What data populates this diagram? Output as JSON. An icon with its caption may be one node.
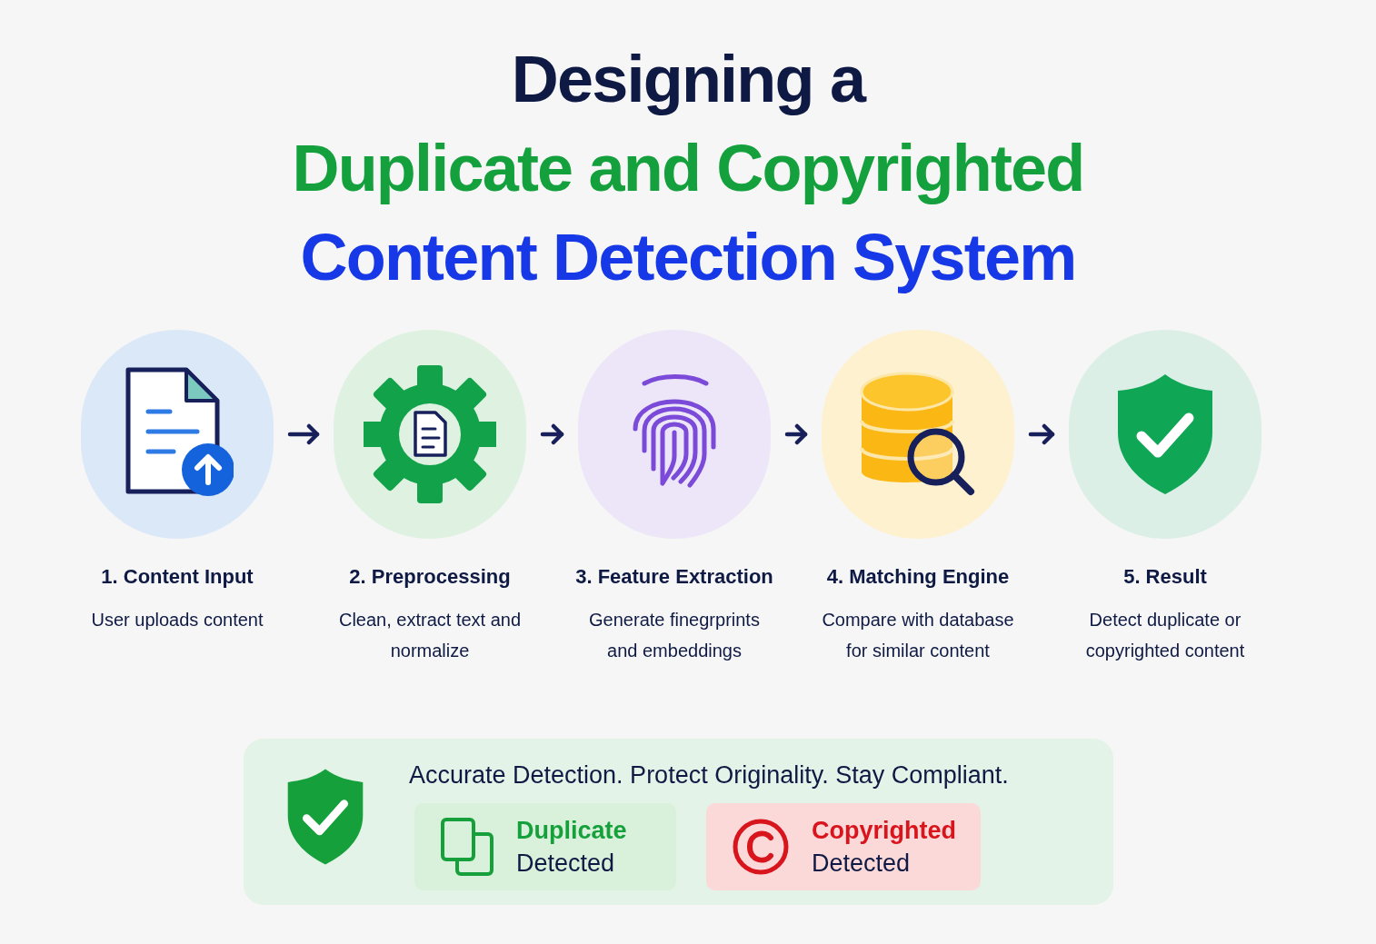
{
  "diagram": {
    "nodes": [
      {
        "text": [
          "1. Content Input",
          "User uploads content"
        ]
      },
      {
        "text": [
          "2. Preprocessing",
          "Clean, extract text and normalize"
        ]
      },
      {
        "text": [
          "3. Feature Extraction",
          "Generate finegrprints and embeddings"
        ]
      },
      {
        "text": [
          "4. Matching Engine",
          "Compare with database for similar content"
        ]
      },
      {
        "text": [
          "5. Result",
          "Detect duplicate or copyrighted content"
        ]
      },
      {
        "text": [
          "Accurate Detection. Protect Originality. Stay Compliant."
        ]
      },
      {
        "text": [
          "Duplicate",
          "Detected"
        ],
        "in": 5
      },
      {
        "text": [
          "Copyrighted",
          "Detected"
        ],
        "in": 5
      }
    ],
    "edges": [
      {
        "from": 0,
        "to": 1,
        "arrow": "to"
      },
      {
        "from": 1,
        "to": 2,
        "arrow": "to"
      },
      {
        "from": 2,
        "to": 3,
        "arrow": "to"
      },
      {
        "from": 3,
        "to": 4,
        "arrow": "to"
      }
    ],
    "labels": [
      "Designing a",
      "Duplicate and Copyrighted",
      "Content Detection System"
    ]
  }
}
